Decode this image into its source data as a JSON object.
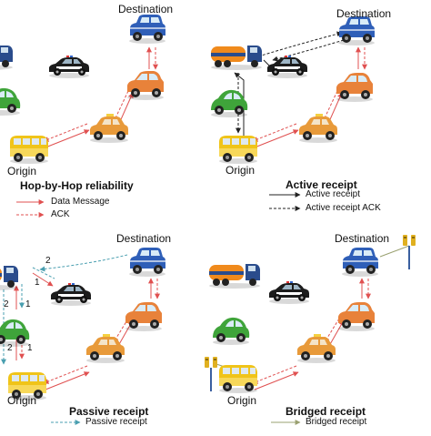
{
  "panels": [
    {
      "title": "Hop-by-Hop reliability",
      "destination": "Destination",
      "origin": "Origin",
      "legend": [
        {
          "label": "Data Message",
          "color": "#e05050",
          "style": "solid"
        },
        {
          "label": "ACK",
          "color": "#e05050",
          "style": "dashed"
        }
      ]
    },
    {
      "title": "Active receipt",
      "destination": "Destination",
      "origin": "Origin",
      "legend": [
        {
          "label": "Active receipt",
          "color": "#222222",
          "style": "solid"
        },
        {
          "label": "Active receipt ACK",
          "color": "#222222",
          "style": "dashed"
        }
      ]
    },
    {
      "title": "Passive receipt",
      "destination": "Destination",
      "origin": "Origin",
      "hop_numbers": [
        "2",
        "1",
        "2",
        "1",
        "2",
        "1"
      ],
      "legend": [
        {
          "label": "Passive receipt",
          "color": "#4a9fb0",
          "style": "dashed"
        }
      ]
    },
    {
      "title": "Bridged receipt",
      "destination": "Destination",
      "origin": "Origin",
      "legend": [
        {
          "label": "Bridged receipt",
          "color": "#9aa070",
          "style": "solid"
        }
      ]
    }
  ],
  "colors": {
    "data_message": "#e05050",
    "active_receipt": "#222222",
    "passive_receipt": "#4a9fb0",
    "bridged_receipt": "#9aa070"
  },
  "vehicle_icons": [
    "blue-mini-car-icon",
    "orange-hatchback-icon",
    "taxi-car-icon",
    "yellow-van-icon",
    "police-car-icon",
    "green-beetle-icon",
    "fuel-truck-icon",
    "roadside-unit-icon"
  ]
}
